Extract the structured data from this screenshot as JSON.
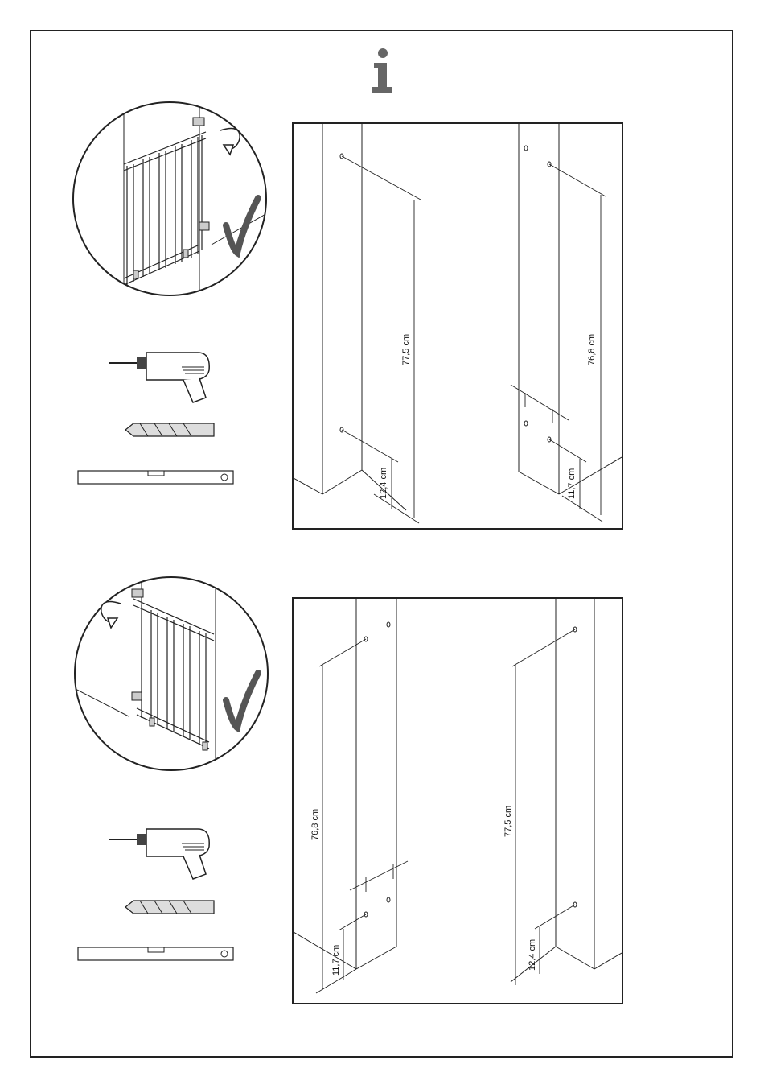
{
  "header": {
    "icon": "info-icon"
  },
  "section_top": {
    "detail_icons": [
      "gate-mounted-hinge-right-detail",
      "rotate-arrow-icon",
      "checkmark-icon"
    ],
    "tools": [
      "drill-icon",
      "drill-bit-icon",
      "spirit-level-icon"
    ],
    "diagram": {
      "left_post": {
        "span_label": "77,5 cm",
        "bottom_label": "12,4 cm"
      },
      "right_post": {
        "span_label": "76,8 cm",
        "bottom_label": "11,7 cm"
      }
    }
  },
  "section_bottom": {
    "detail_icons": [
      "gate-mounted-hinge-left-detail",
      "rotate-arrow-icon",
      "checkmark-icon"
    ],
    "tools": [
      "drill-icon",
      "drill-bit-icon",
      "spirit-level-icon"
    ],
    "diagram": {
      "left_post": {
        "span_label": "76,8 cm",
        "bottom_label": "11,7 cm"
      },
      "right_post": {
        "span_label": "77,5 cm",
        "bottom_label": "12,4 cm"
      }
    }
  },
  "colors": {
    "line": "#222222",
    "check": "#555555",
    "icon": "#666666"
  }
}
